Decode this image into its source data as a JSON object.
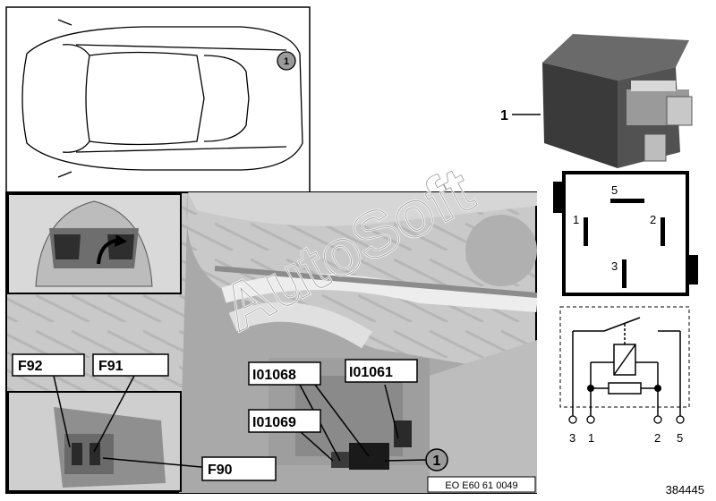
{
  "callout_number": "1",
  "part_label": "1",
  "photo_labels": {
    "f92": "F92",
    "f91": "F91",
    "i01068": "I01068",
    "i01061": "I01061",
    "i01069": "I01069",
    "f90": "F90"
  },
  "photo_code": "EO E60 61 0049",
  "relay_pins": {
    "p5": "5",
    "p1": "1",
    "p2": "2",
    "p3": "3"
  },
  "circuit_pins": [
    "3",
    "1",
    "2",
    "5"
  ],
  "watermark": "AutoSoft",
  "diagram_number": "384445"
}
